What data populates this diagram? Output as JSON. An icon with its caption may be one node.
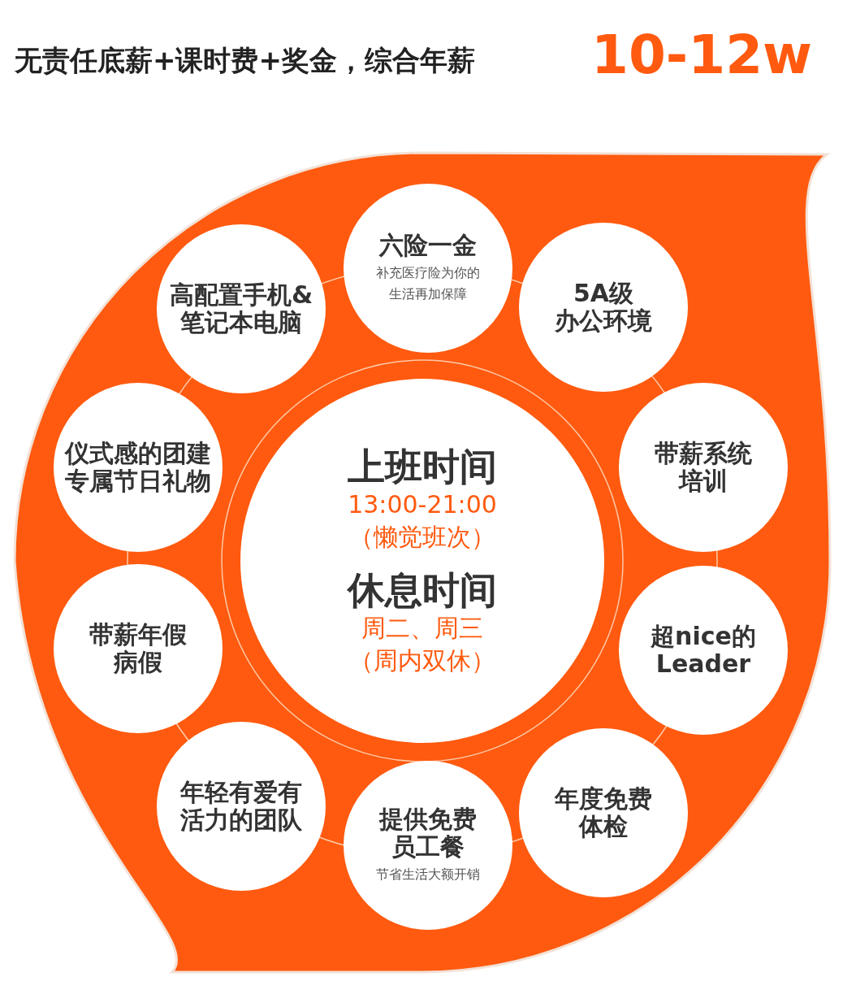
{
  "diagram": {
    "title": "无责任底薪+课时费+奖金，综合年薪",
    "nodes": [
      {
        "text": [
          "上班时间",
          "13:00-21:00",
          "（懒觉班次）",
          "休息时间",
          "周二、周三",
          "（周内双休）"
        ]
      },
      {
        "text": [
          "六险一金",
          "补充医疗险为你的生活再加保障"
        ]
      },
      {
        "text": [
          "5A级办公环境"
        ]
      },
      {
        "text": [
          "带薪系统培训"
        ]
      },
      {
        "text": [
          "超nice的Leader"
        ]
      },
      {
        "text": [
          "年度免费体检"
        ]
      },
      {
        "text": [
          "提供免费员工餐",
          "节省生活大额开销"
        ]
      },
      {
        "text": [
          "年轻有爱有活力的团队"
        ]
      },
      {
        "text": [
          "带薪年假病假"
        ]
      },
      {
        "text": [
          "仪式感的团建专属节日礼物"
        ]
      },
      {
        "text": [
          "高配置手机&笔记本电脑"
        ]
      }
    ],
    "edges": [],
    "labels": [
      "10-12w"
    ]
  }
}
